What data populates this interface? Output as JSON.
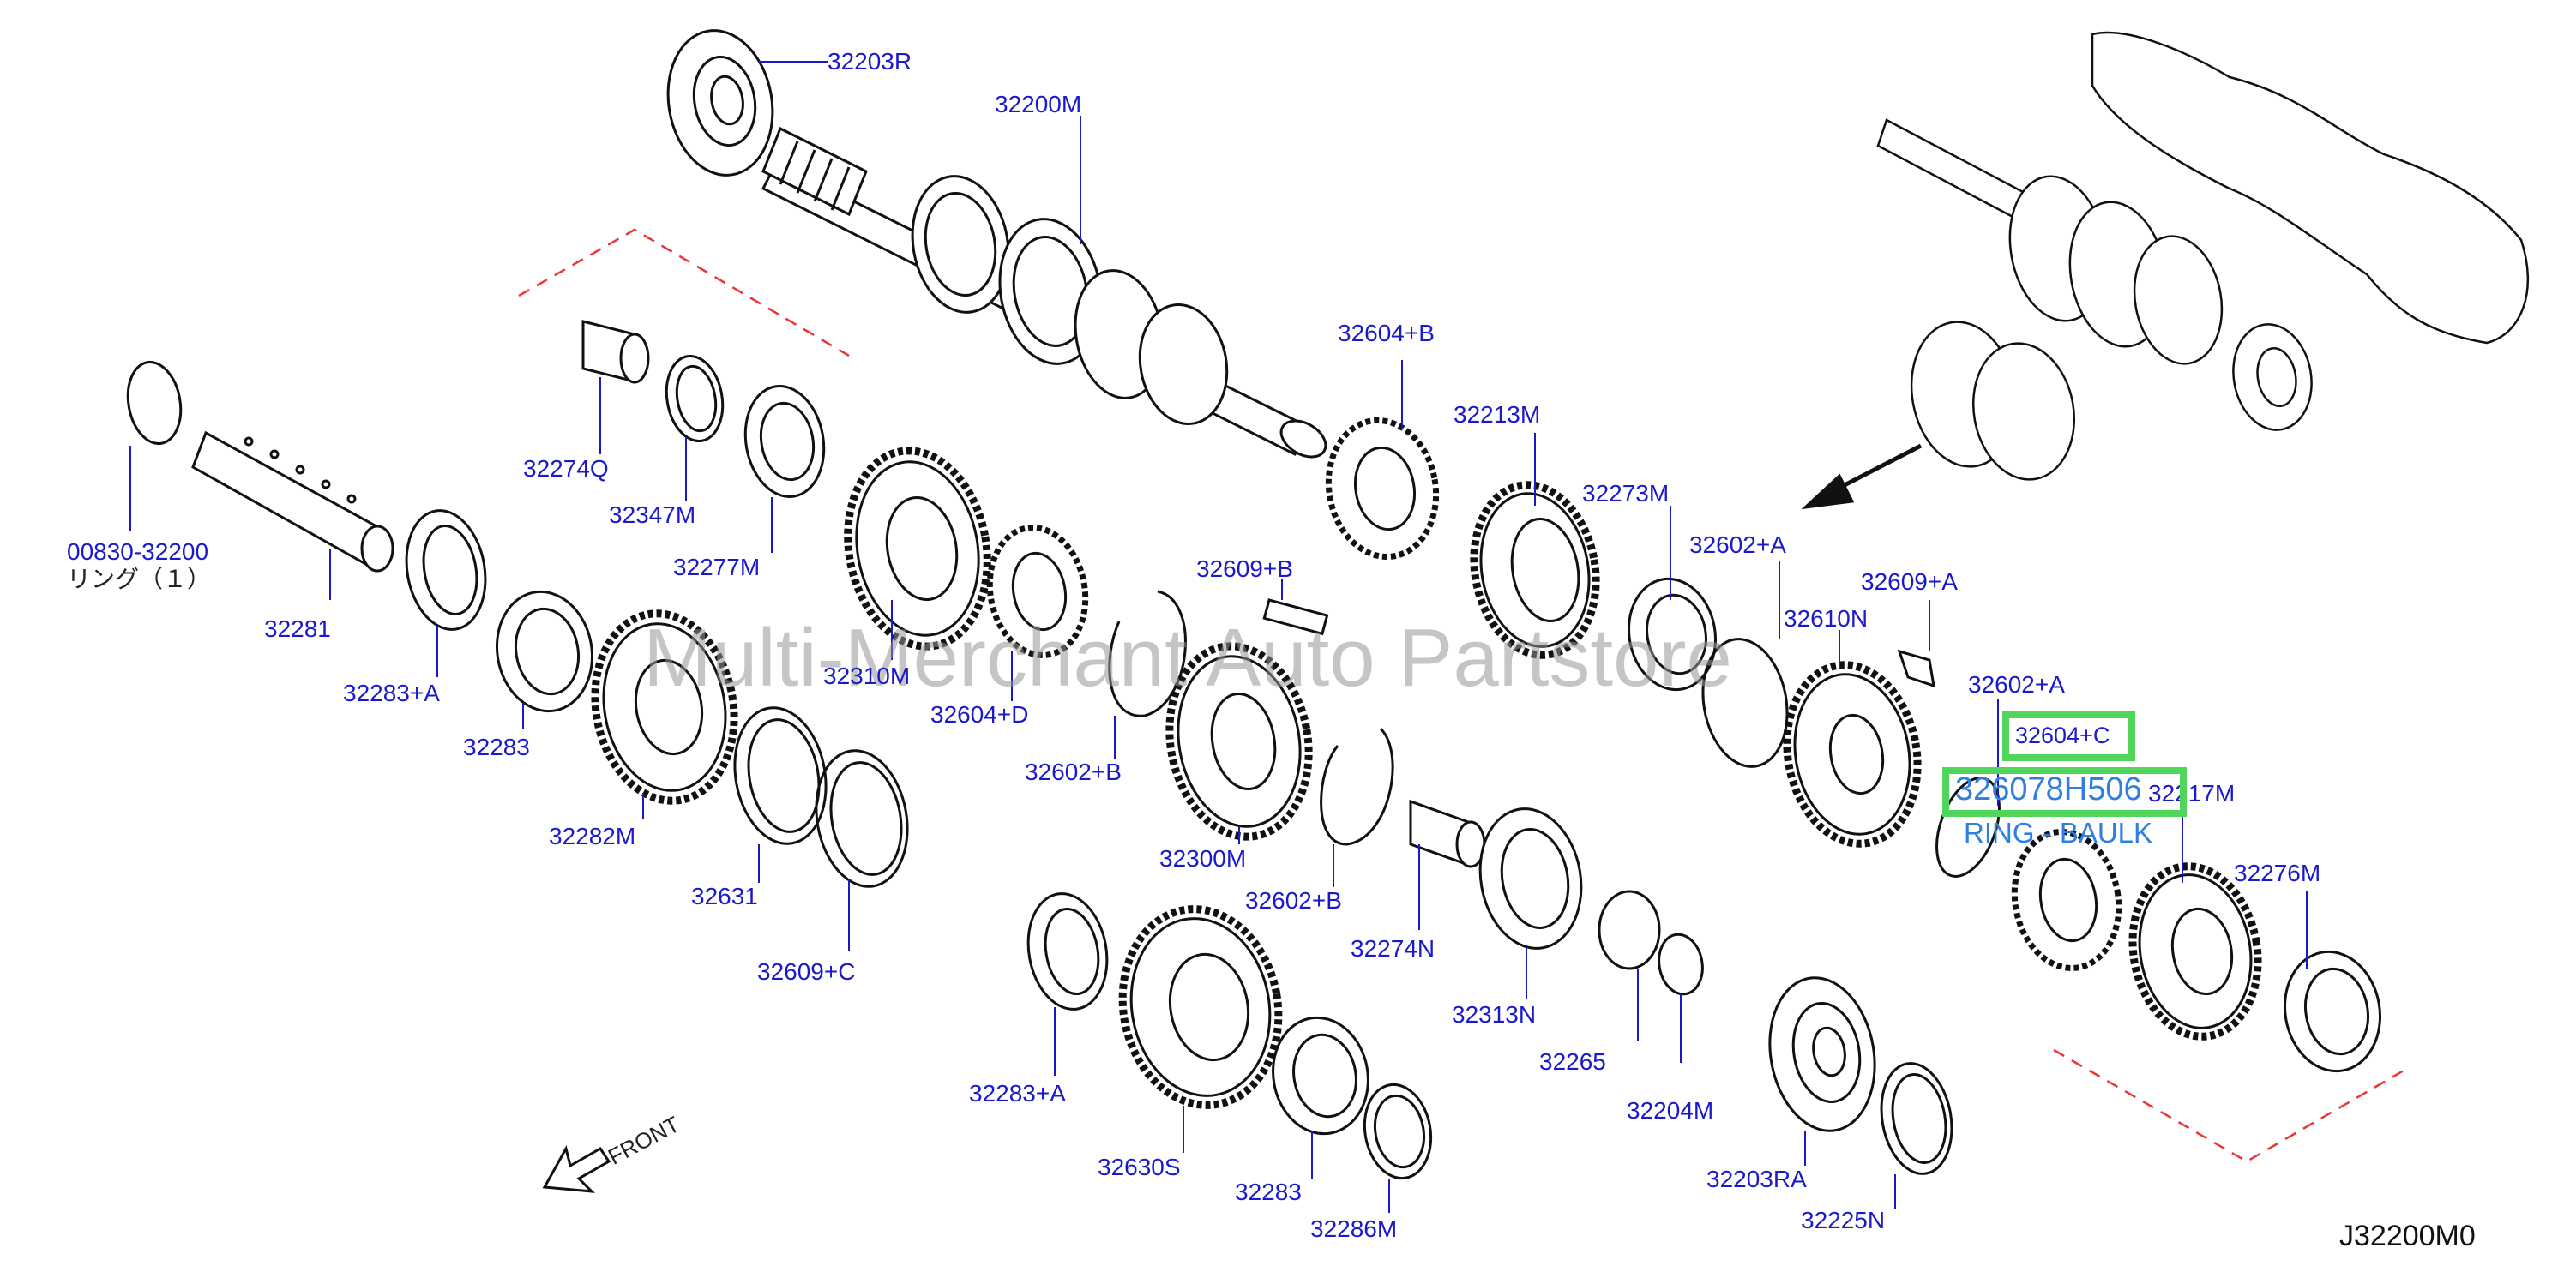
{
  "watermark": "Multi-Merchant Auto Partstore",
  "diagram_code": "J32200M0",
  "front_label": "FRONT",
  "highlight": {
    "label": "32604+C",
    "part_number": "326078H506",
    "part_name": "RING - BAULK"
  },
  "parts": [
    {
      "id": "32203R"
    },
    {
      "id": "32200M"
    },
    {
      "id": "32274Q"
    },
    {
      "id": "32347M"
    },
    {
      "id": "32277M"
    },
    {
      "id": "00830-32200"
    },
    {
      "id": "リング（１）"
    },
    {
      "id": "32281"
    },
    {
      "id": "32283+A"
    },
    {
      "id": "32283"
    },
    {
      "id": "32310M"
    },
    {
      "id": "32604+D"
    },
    {
      "id": "32282M"
    },
    {
      "id": "32631"
    },
    {
      "id": "32609+C"
    },
    {
      "id": "32604+B"
    },
    {
      "id": "32609+B"
    },
    {
      "id": "32602+B"
    },
    {
      "id": "32300M"
    },
    {
      "id": "32602+B"
    },
    {
      "id": "32213M"
    },
    {
      "id": "32273M"
    },
    {
      "id": "32602+A"
    },
    {
      "id": "32609+A"
    },
    {
      "id": "32610N"
    },
    {
      "id": "32602+A"
    },
    {
      "id": "32217M"
    },
    {
      "id": "32276M"
    },
    {
      "id": "32274N"
    },
    {
      "id": "32313N"
    },
    {
      "id": "32265"
    },
    {
      "id": "32204M"
    },
    {
      "id": "32283+A"
    },
    {
      "id": "32630S"
    },
    {
      "id": "32283"
    },
    {
      "id": "32286M"
    },
    {
      "id": "32203RA"
    },
    {
      "id": "32225N"
    }
  ]
}
